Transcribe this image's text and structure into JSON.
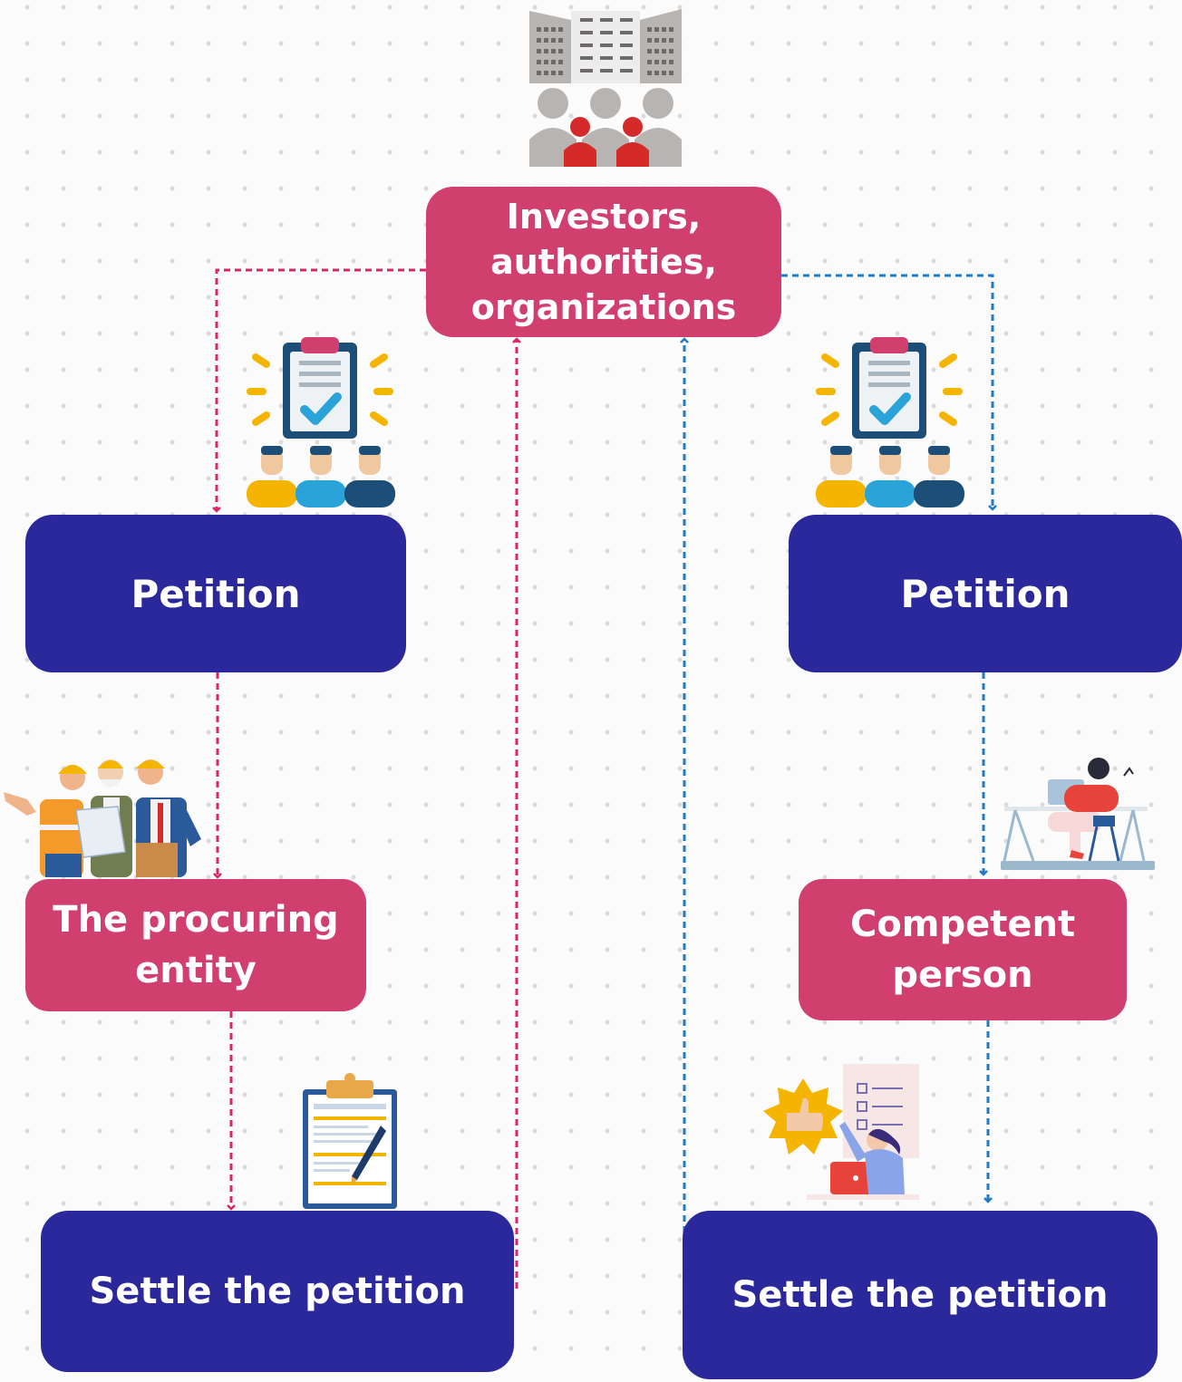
{
  "nodes": {
    "top": "Investors, authorities, organizations",
    "left_petition": "Petition",
    "right_petition": "Petition",
    "procuring_entity": "The procuring entity",
    "competent_person": "Competent person",
    "left_settle": "Settle the petition",
    "right_settle": "Settle the petition"
  },
  "colors": {
    "pink_box": "#d13f6f",
    "navy_box": "#2a289a",
    "left_flow_line": "#e0226a",
    "right_flow_line": "#1f7ac8"
  },
  "icons": [
    "buildings-crowd-icon",
    "checklist-team-icon",
    "engineers-blueprint-icon",
    "woman-at-desk-icon",
    "clipboard-pen-icon",
    "thumbs-up-checklist-icon"
  ]
}
